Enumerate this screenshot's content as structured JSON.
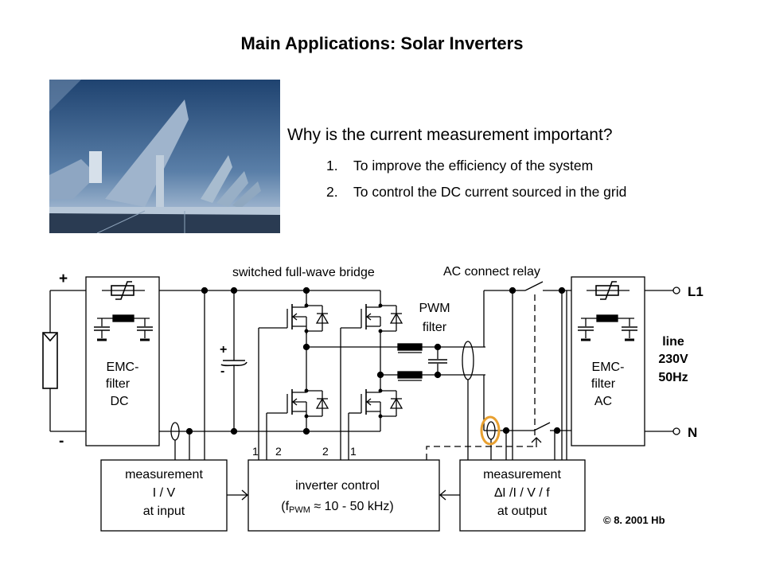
{
  "slide": {
    "title": "Main Applications: Solar Inverters",
    "photo_alt": "solar panel field",
    "question": "Why is the current measurement important?",
    "reasons": [
      {
        "num": "1.",
        "text": "To improve the efficiency of the system"
      },
      {
        "num": "2.",
        "text": "To control the DC current sourced in the grid"
      }
    ]
  },
  "diagram": {
    "plus_label": "+",
    "minus_label": "-",
    "bridge_label": "switched full-wave bridge",
    "relay_label": "AC connect relay",
    "pwm_filter_label": [
      "PWM",
      "filter"
    ],
    "emc_dc_label": [
      "EMC-",
      "filter",
      "DC"
    ],
    "emc_ac_label": [
      "EMC-",
      "filter",
      "AC"
    ],
    "cap_plus": "+",
    "cap_minus": "-",
    "line_label": [
      "line",
      "230V",
      "50Hz"
    ],
    "terminal_l1": "L1",
    "terminal_n": "N",
    "gate_labels": [
      "1",
      "2",
      "2",
      "1"
    ],
    "meas_input": [
      "measurement",
      "I / V",
      "at input"
    ],
    "inverter_control": [
      "inverter control",
      "(f",
      "PWM",
      " ≈ 10 - 50 kHz)"
    ],
    "meas_output": [
      "measurement",
      "∆I /I / V / f",
      "at output"
    ],
    "copyright": "© 8. 2001 Hb",
    "highlight_color": "#E8A030"
  }
}
